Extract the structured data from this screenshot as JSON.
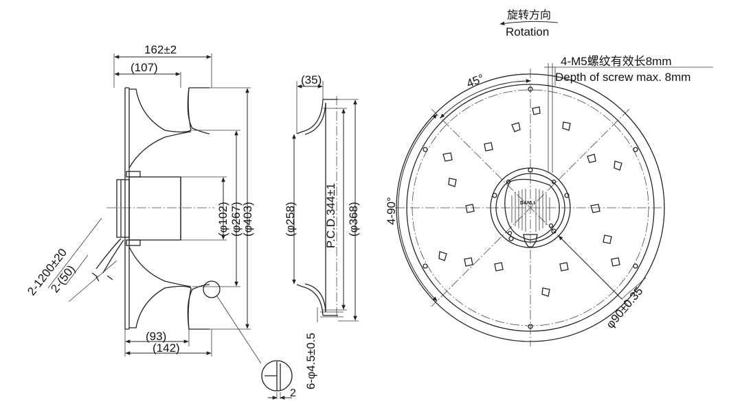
{
  "side_view": {
    "overall_width": "162±2",
    "front_offset": "(107)",
    "bottom_offset_inner": "(93)",
    "bottom_offset_outer": "(142)",
    "dia_inner": "(φ102)",
    "dia_mid": "(φ267)",
    "dia_outer": "(φ403)",
    "cable_length": "2-1200±20",
    "cable_strip": "2-(50)"
  },
  "section_view": {
    "flange_depth": "(35)",
    "dia_inner": "(φ258)",
    "pcd": "P.C.D.344±1",
    "dia_outer": "(φ368)",
    "mount_holes": "6-φ4.5±0.5",
    "detail_gap": "2"
  },
  "front_view": {
    "rotation_cn": "旋转方向",
    "rotation_en": "Rotation",
    "screw_cn": "4-M5螺纹有效长8mm",
    "screw_en": "Depth of screw max. 8mm",
    "angle_45": "45°",
    "angle_90": "4-90°",
    "hub_dia": "φ90±0.35",
    "logo": "DANLI"
  }
}
